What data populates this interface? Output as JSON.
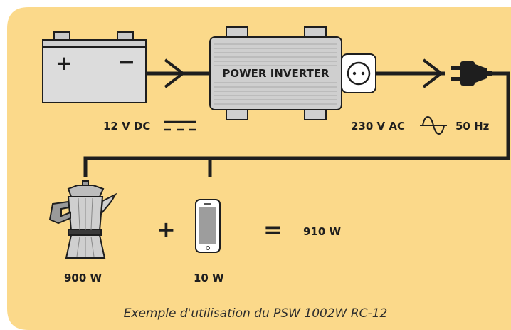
{
  "colors": {
    "background": "#fbd98a",
    "inverter": "#cfcfcf",
    "battery": "#dcdcdc",
    "line": "#1e1e1e"
  },
  "battery": {
    "plus": "+",
    "minus": "−"
  },
  "inverter": {
    "label": "POWER INVERTER"
  },
  "dc_label": "12 V  DC",
  "ac_voltage": "230 V  AC",
  "ac_frequency": "50 Hz",
  "plus_sign": "+",
  "equals_sign": "=",
  "coffee_power": "900 W",
  "phone_power": "10 W",
  "total_power": "910 W",
  "caption": "Exemple d'utilisation du PSW 1002W RC-12"
}
